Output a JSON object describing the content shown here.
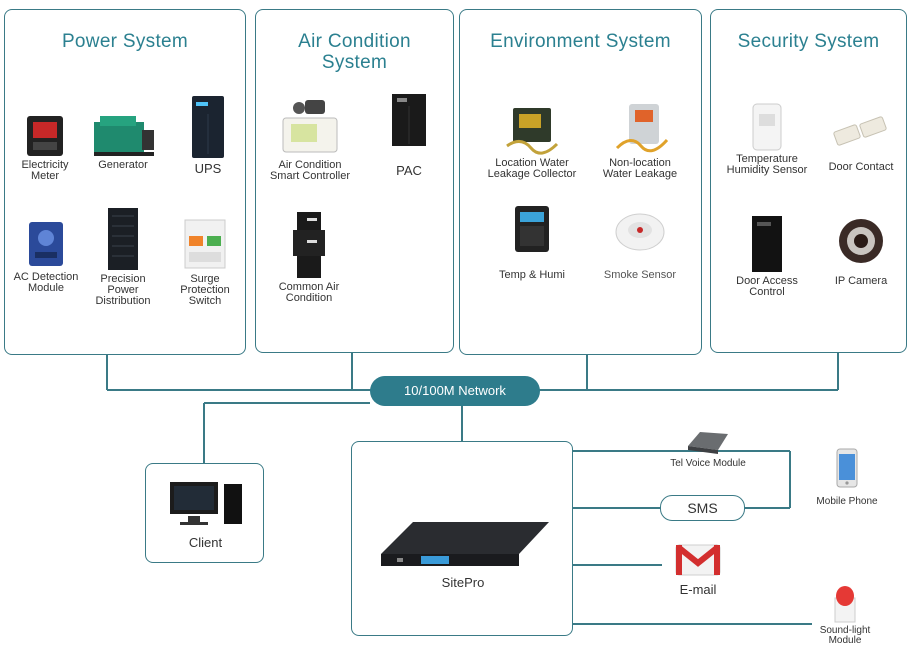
{
  "colors": {
    "accent": "#2b8090",
    "line": "#3a7a86",
    "network_fill": "#2e7c8c"
  },
  "panels": {
    "power": {
      "title": "Power System",
      "devices": {
        "electricity_meter": [
          "Electricity",
          "Meter"
        ],
        "generator": [
          "Generator"
        ],
        "ups": [
          "UPS"
        ],
        "ac_detection": [
          "AC Detection",
          "Module"
        ],
        "precision_power": [
          "Precision",
          "Power",
          "Distribution"
        ],
        "surge": [
          "Surge",
          "Protection",
          "Switch"
        ]
      }
    },
    "aircon": {
      "title": [
        "Air Condition",
        "System"
      ],
      "devices": {
        "smart_controller": [
          "Air Condition",
          "Smart Controller"
        ],
        "pac": [
          "PAC"
        ],
        "common_ac": [
          "Common Air",
          "Condition"
        ]
      }
    },
    "environment": {
      "title": "Environment System",
      "devices": {
        "location_water": [
          "Location Water",
          "Leakage Collector"
        ],
        "nonlocation_water": [
          "Non-location",
          "Water Leakage"
        ],
        "temp_humi": [
          "Temp & Humi"
        ],
        "smoke": [
          "Smoke Sensor"
        ]
      }
    },
    "security": {
      "title": "Security System",
      "devices": {
        "temp_humidity": [
          "Temperature",
          "Humidity Sensor"
        ],
        "door_contact": [
          "Door Contact"
        ],
        "door_access": [
          "Door Access",
          "Control"
        ],
        "ip_camera": [
          "IP Camera"
        ]
      }
    }
  },
  "network": {
    "label": "10/100M Network"
  },
  "client": {
    "label": "Client"
  },
  "sitepro": {
    "label": "SitePro"
  },
  "outputs": {
    "tel_voice": "Tel Voice Module",
    "sms": "SMS",
    "email": "E-mail",
    "mobile_phone": "Mobile Phone",
    "sound_light": [
      "Sound-light",
      "Module"
    ]
  }
}
